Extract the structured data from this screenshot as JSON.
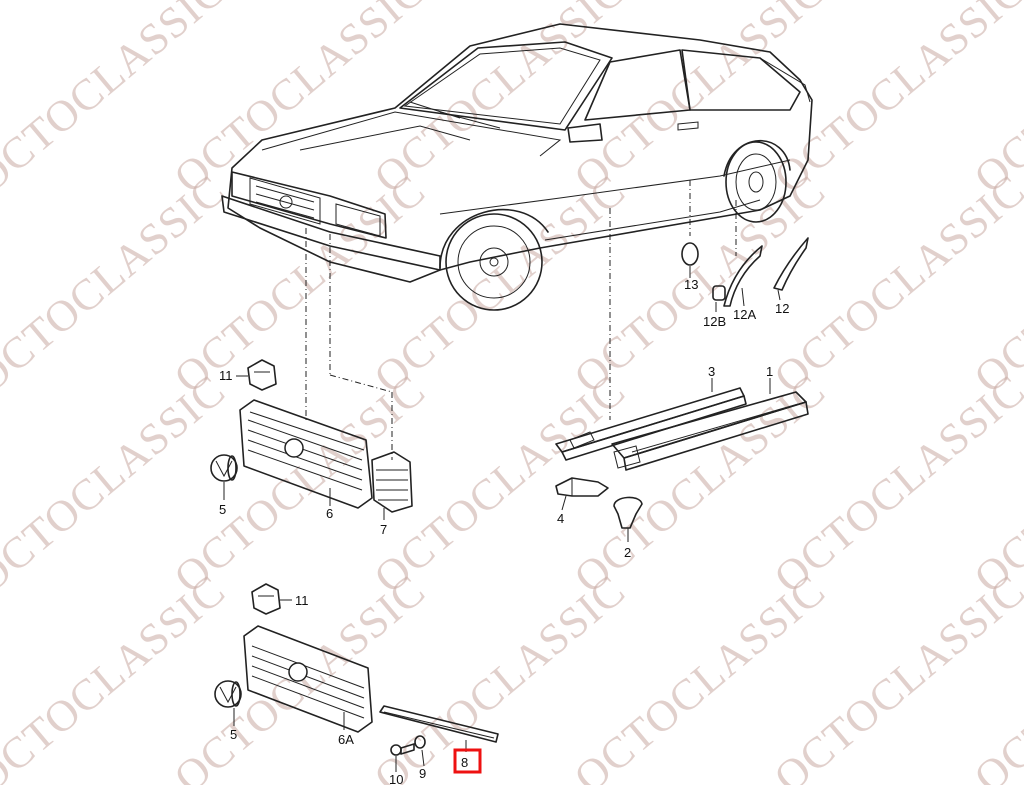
{
  "watermark": {
    "text": "OCTOCLASSIC",
    "color": "#c9a9a2"
  },
  "highlight": {
    "part": "8",
    "color": "#ee1111"
  },
  "callouts": [
    {
      "id": "l13",
      "text": "13"
    },
    {
      "id": "l12B",
      "text": "12B"
    },
    {
      "id": "l12A",
      "text": "12A"
    },
    {
      "id": "l12",
      "text": "12"
    },
    {
      "id": "l3",
      "text": "3"
    },
    {
      "id": "l1",
      "text": "1"
    },
    {
      "id": "l4",
      "text": "4"
    },
    {
      "id": "l2",
      "text": "2"
    },
    {
      "id": "l11a",
      "text": "11"
    },
    {
      "id": "l5a",
      "text": "5"
    },
    {
      "id": "l6",
      "text": "6"
    },
    {
      "id": "l7",
      "text": "7"
    },
    {
      "id": "l11b",
      "text": "11"
    },
    {
      "id": "l5b",
      "text": "5"
    },
    {
      "id": "l6A",
      "text": "6A"
    },
    {
      "id": "l10",
      "text": "10"
    },
    {
      "id": "l9",
      "text": "9"
    },
    {
      "id": "l8",
      "text": "8"
    }
  ]
}
